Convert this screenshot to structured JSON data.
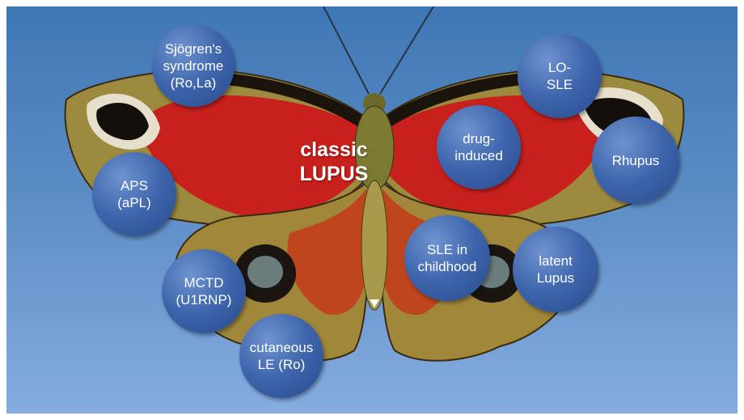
{
  "center": {
    "label": "classic\nLUPUS"
  },
  "bubbles": [
    {
      "id": "sjogren",
      "label": "Sjögren's\nsyndrome\n(Ro,La)"
    },
    {
      "id": "aps",
      "label": "APS\n(aPL)"
    },
    {
      "id": "mctd",
      "label": "MCTD\n(U1RNP)"
    },
    {
      "id": "cutaneous",
      "label": "cutaneous\nLE (Ro)"
    },
    {
      "id": "lo-sle",
      "label": "LO-\nSLE"
    },
    {
      "id": "drug",
      "label": "drug-\ninduced"
    },
    {
      "id": "rhupus",
      "label": "Rhupus"
    },
    {
      "id": "sle-childhood",
      "label": "SLE in\nchildhood"
    },
    {
      "id": "latent",
      "label": "latent\nLupus"
    }
  ],
  "colors": {
    "background": "#4f82c0",
    "wing_red": "#c8201c",
    "wing_olive": "#9c8a3e",
    "bubble": "#3d64ab"
  }
}
